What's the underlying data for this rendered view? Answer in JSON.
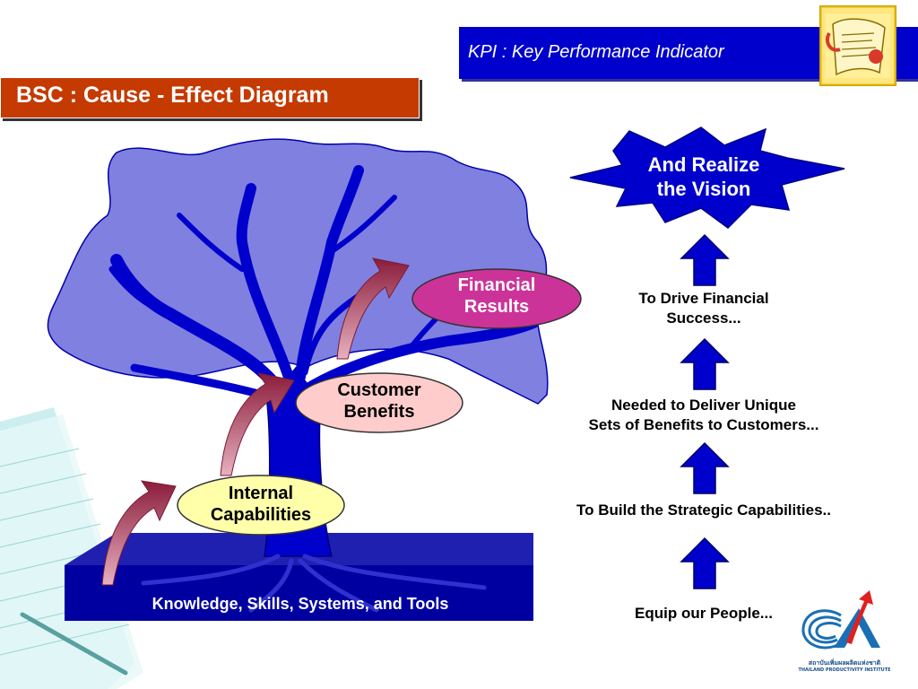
{
  "header": {
    "title": "KPI : Key Performance Indicator"
  },
  "diagram_title": "BSC  : Cause - Effect  Diagram",
  "tree": {
    "ground_label": "Knowledge, Skills, Systems, and Tools",
    "ovals": [
      {
        "line1": "Internal",
        "line2": "Capabilities",
        "fill": "#ffffaa",
        "text_color": "#000000"
      },
      {
        "line1": "Customer",
        "line2": "Benefits",
        "fill": "#ffcccc",
        "text_color": "#000000"
      },
      {
        "line1": "Financial",
        "line2": "Results",
        "fill": "#cc3399",
        "text_color": "#ffffff"
      }
    ]
  },
  "flow": {
    "vision_line1": "And Realize",
    "vision_line2": "the Vision",
    "steps": [
      {
        "line1": "To Drive Financial",
        "line2": "Success..."
      },
      {
        "line1": "Needed to Deliver Unique",
        "line2": "Sets of Benefits to Customers..."
      },
      {
        "line1": "To Build the Strategic Capabilities..",
        "line2": ""
      },
      {
        "line1": "Equip our People...",
        "line2": ""
      }
    ]
  },
  "logo": {
    "caption_line1": "สถาบันเพิ่มผลผลิตแห่งชาติ",
    "caption_line2": "THAILAND PRODUCTIVITY INSTITUTE"
  },
  "colors": {
    "header_band": "#0000cc",
    "title_box": "#c43a00",
    "canopy": "#8080e0",
    "trunk": "#0000cc",
    "ground": "#0000a0",
    "arrows_up": "#0000cc",
    "curved_arrows": "#a0284a"
  }
}
